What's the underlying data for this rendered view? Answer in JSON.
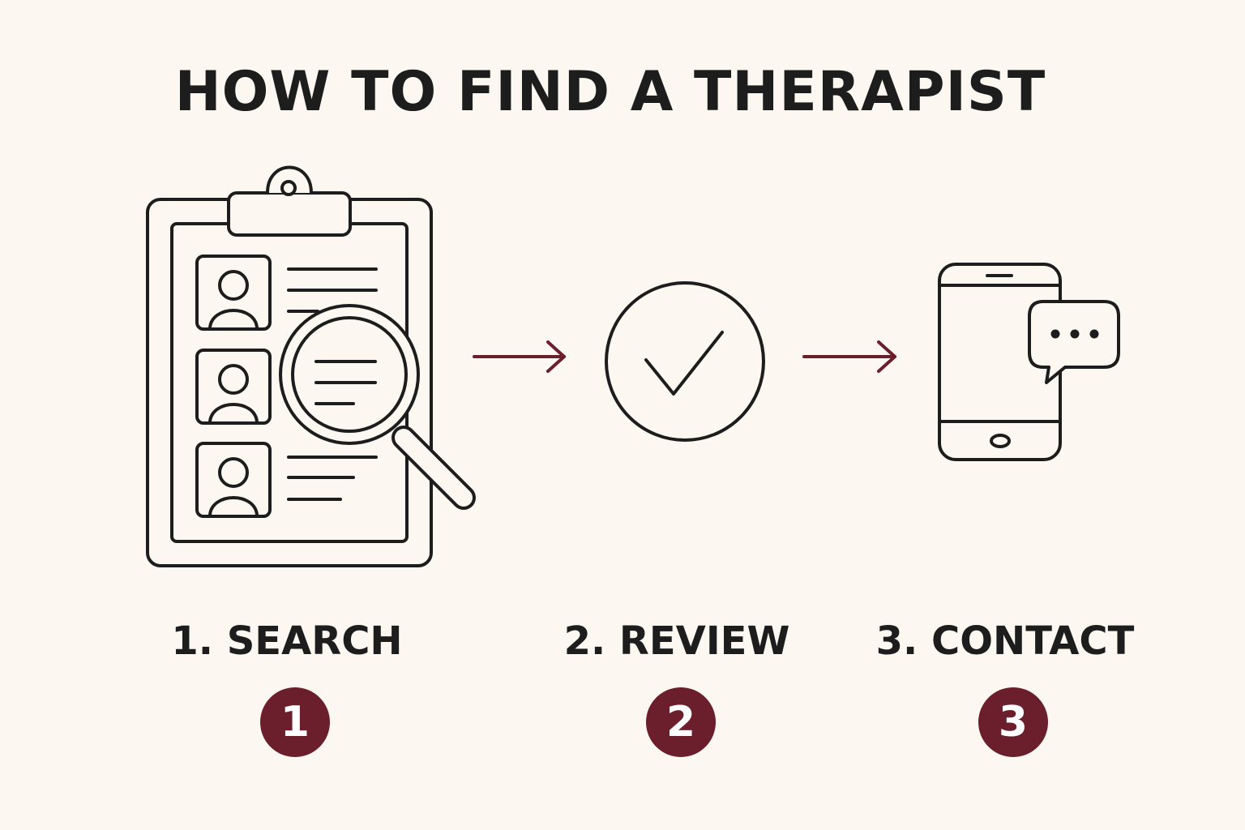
{
  "title": "HOW TO FIND A THERAPIST",
  "colors": {
    "background": "#fcf8f1",
    "ink": "#1d1d1d",
    "accent": "#6b1e2b"
  },
  "icons": {
    "step1": "clipboard-with-magnifier-icon",
    "step2": "checkmark-circle-icon",
    "step3": "phone-with-chat-bubble-icon",
    "connector": "arrow-right-icon"
  },
  "steps": [
    {
      "label": "1. SEARCH",
      "number": "1"
    },
    {
      "label": "2. REVIEW",
      "number": "2"
    },
    {
      "label": "3. CONTACT",
      "number": "3"
    }
  ]
}
